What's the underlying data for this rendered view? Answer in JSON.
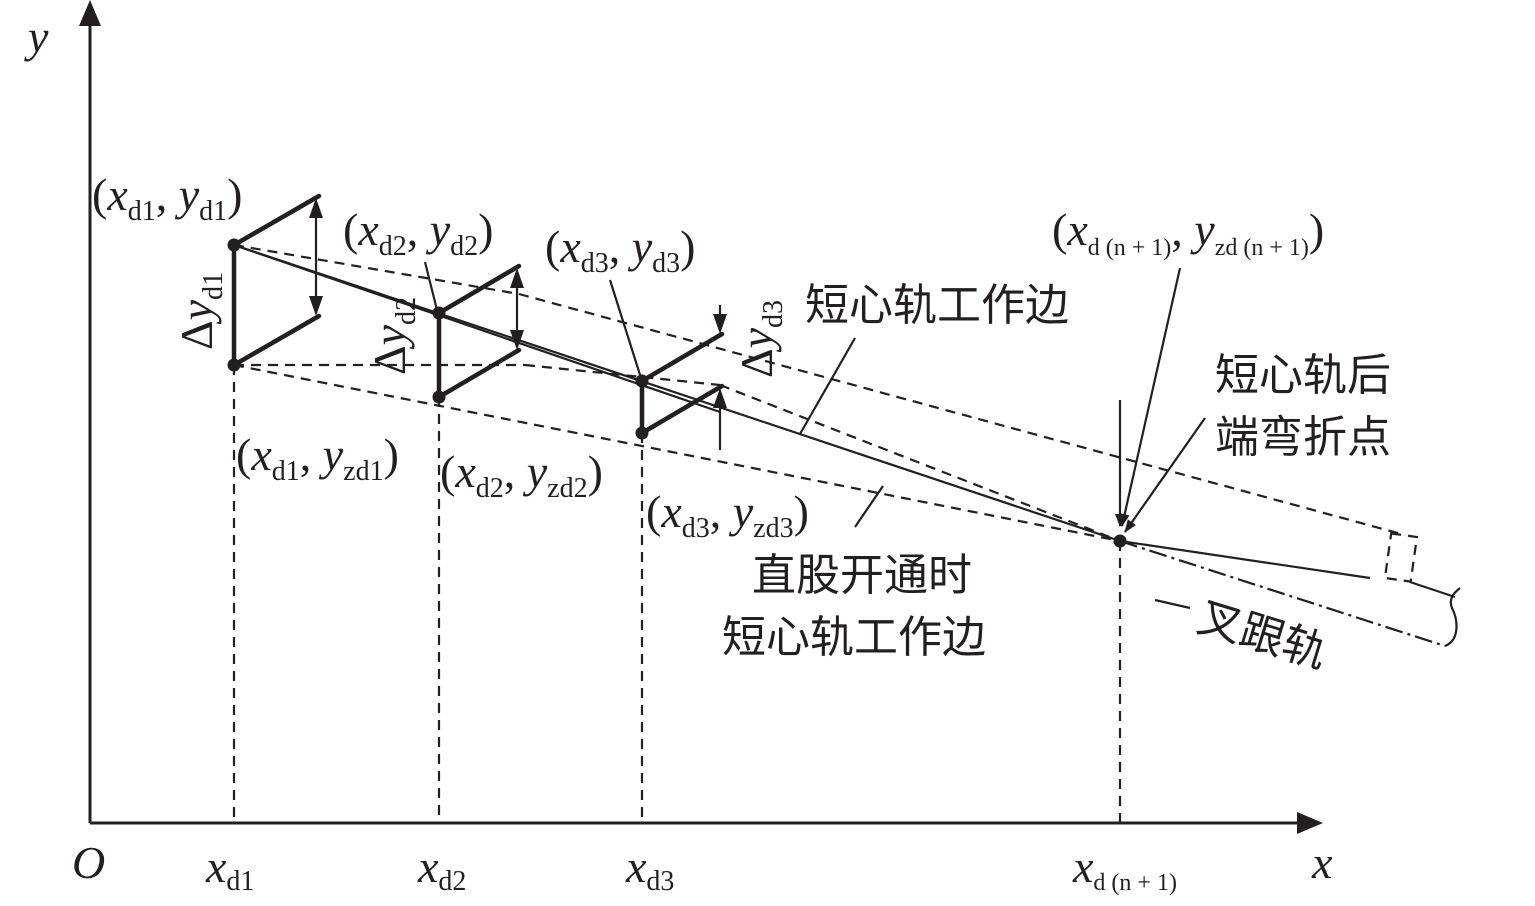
{
  "axes": {
    "origin": "O",
    "x_label": "x",
    "y_label": "y",
    "x_ticks": [
      {
        "base": "x",
        "sub": "d1"
      },
      {
        "base": "x",
        "sub": "d2"
      },
      {
        "base": "x",
        "sub": "d3"
      },
      {
        "base": "x",
        "sub": "d (n + 1)"
      }
    ]
  },
  "points": {
    "p1_top": {
      "open": "(",
      "xb": "x",
      "xs": "d1",
      "comma": ", ",
      "yb": "y",
      "ys": "d1",
      "close": ")"
    },
    "p2_top": {
      "open": "(",
      "xb": "x",
      "xs": "d2",
      "comma": ", ",
      "yb": "y",
      "ys": "d2",
      "close": ")"
    },
    "p3_top": {
      "open": "(",
      "xb": "x",
      "xs": "d3",
      "comma": ", ",
      "yb": "y",
      "ys": "d3",
      "close": ")"
    },
    "p1_bot": {
      "open": "(",
      "xb": "x",
      "xs": "d1",
      "comma": ", ",
      "yb": "y",
      "ys": "zd1",
      "close": ")"
    },
    "p2_bot": {
      "open": "(",
      "xb": "x",
      "xs": "d2",
      "comma": ", ",
      "yb": "y",
      "ys": "zd2",
      "close": ")"
    },
    "p3_bot": {
      "open": "(",
      "xb": "x",
      "xs": "d3",
      "comma": ", ",
      "yb": "y",
      "ys": "zd3",
      "close": ")"
    },
    "pn": {
      "open": "(",
      "xb": "x",
      "xs": "d (n + 1)",
      "comma": ", ",
      "yb": "y",
      "ys": "zd (n + 1)",
      "close": ")"
    }
  },
  "deltas": [
    {
      "sym": "Δ",
      "base": "y",
      "sub": "d1"
    },
    {
      "sym": "Δ",
      "base": "y",
      "sub": "d2"
    },
    {
      "sym": "Δ",
      "base": "y",
      "sub": "d3"
    }
  ],
  "annotations": {
    "working_edge": "短心轨工作边",
    "bend_point_line1": "短心轨后",
    "bend_point_line2": "端弯折点",
    "straight_open_line1": "直股开通时",
    "straight_open_line2": "短心轨工作边",
    "heel_rail": "叉跟轨"
  }
}
